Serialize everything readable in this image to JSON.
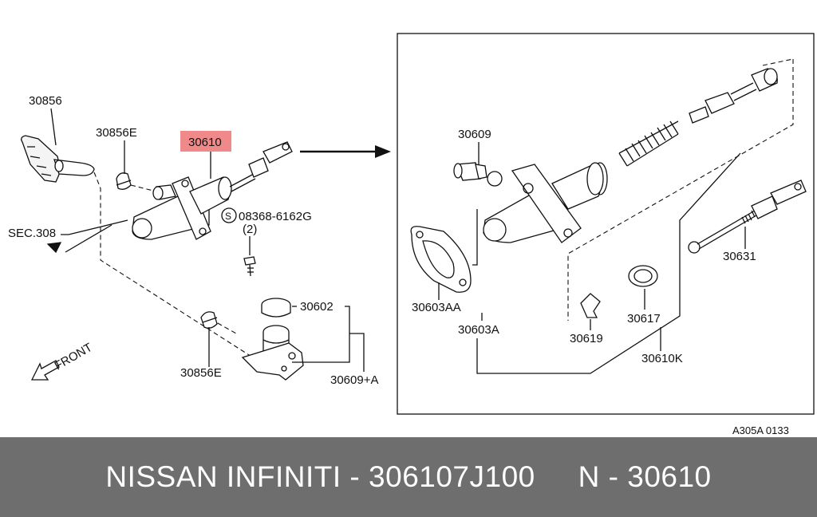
{
  "labels": {
    "p30856": "30856",
    "p30856e_top": "30856E",
    "p30610": "30610",
    "bolt": "08368-6162G",
    "bolt_symbol": "S",
    "bolt_qty": "(2)",
    "sec": "SEC.308",
    "p30602": "30602",
    "p30856e_bottom": "30856E",
    "p30609a": "30609+A",
    "front": "FRONT",
    "p30609": "30609",
    "p30603aa": "30603AA",
    "p30603a": "30603A",
    "p30619": "30619",
    "p30617": "30617",
    "p30610k": "30610K",
    "p30631": "30631",
    "ref": "A305A 0133"
  },
  "highlight_color": "#f08a8a",
  "footer": {
    "text": "NISSAN INFINITI - 306107J100     N - 30610"
  }
}
